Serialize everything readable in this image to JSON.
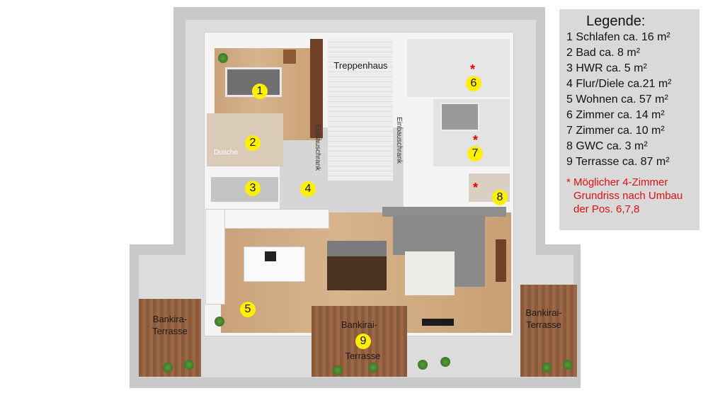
{
  "legend": {
    "title": "Legende:",
    "items": [
      "1 Schlafen ca. 16 m²",
      "2 Bad ca. 8 m²",
      "3 HWR ca. 5 m²",
      "4 Flur/Diele ca.21 m²",
      "5 Wohnen ca. 57 m²",
      "6 Zimmer ca. 14  m²",
      "7 Zimmer ca. 10 m²",
      "8 GWC ca. 3 m²",
      "9 Terrasse ca. 87 m²"
    ],
    "note": [
      "* Möglicher 4-Zimmer",
      "Grundriss nach Umbau",
      "der Pos. 6,7,8"
    ]
  },
  "plan": {
    "stairs": "Treppenhaus",
    "closet_left": "Einbauschrank",
    "closet_right": "Einbauschrank",
    "shower": "Dusche",
    "terrace_left": [
      "Bankira-",
      "Terrasse"
    ],
    "terrace_center": [
      "Bankirai-",
      "Terrasse"
    ],
    "terrace_right": [
      "Bankirai-",
      "Terrasse"
    ],
    "star": "*",
    "markers": [
      "1",
      "2",
      "3",
      "4",
      "5",
      "6",
      "7",
      "8",
      "9"
    ]
  }
}
